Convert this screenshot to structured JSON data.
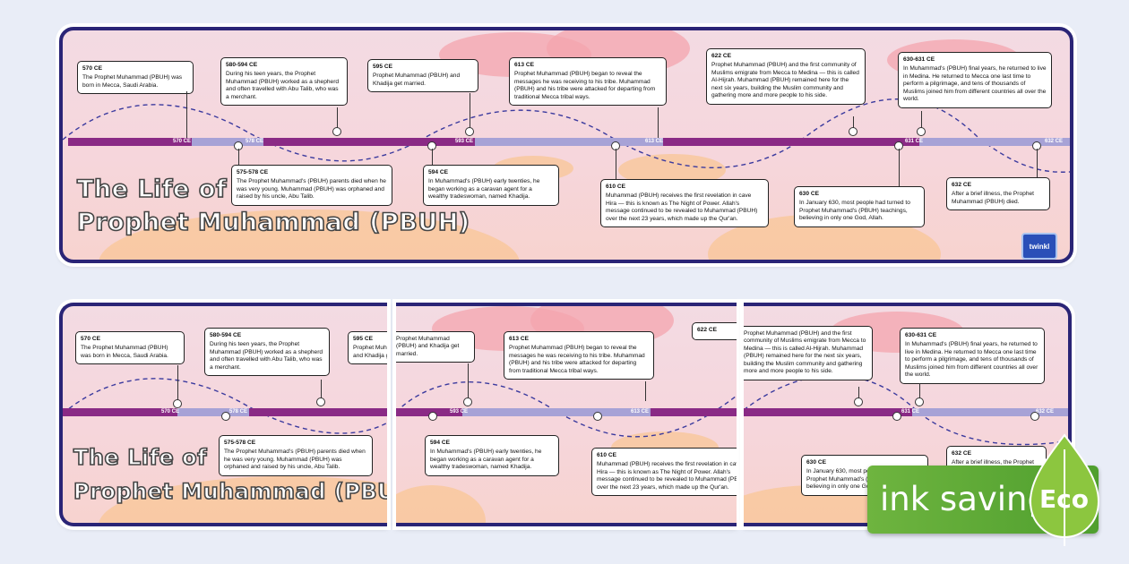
{
  "title": {
    "line1": "The Life of",
    "line2": "Prophet Muhammad (PBUH)"
  },
  "ticks": [
    "570 CE",
    "578 CE",
    "593 CE",
    "613 CE",
    "631 CE",
    "632 CE"
  ],
  "events": {
    "e570": {
      "date": "570 CE",
      "text": "The Prophet Muhammad (PBUH) was born in Mecca, Saudi Arabia."
    },
    "e580": {
      "date": "580-594 CE",
      "text": "During his teen years, the Prophet Muhammad (PBUH) worked as a shepherd and often travelled with Abu Talib, who was a merchant."
    },
    "e595": {
      "date": "595 CE",
      "text": "Prophet Muhammad (PBUH) and Khadija get married."
    },
    "e613": {
      "date": "613 CE",
      "text": "Prophet Muhammad (PBUH) began to reveal the messages he was receiving to his tribe. Muhammad (PBUH) and his tribe were attacked for departing from traditional Mecca tribal ways."
    },
    "e622": {
      "date": "622 CE",
      "text": "Prophet Muhammad (PBUH) and the first community of Muslims emigrate from Mecca to Medina — this is called Al-Hijrah. Muhammad (PBUH) remained here for the next six years, building the Muslim community and gathering more and more people to his side."
    },
    "e630631": {
      "date": "630-631 CE",
      "text": "In Muhammad's (PBUH) final years, he returned to live in Medina. He returned to Mecca one last time to perform a pilgrimage, and tens of thousands of Muslims joined him from different countries all over the world."
    },
    "e575": {
      "date": "575-578 CE",
      "text": "The Prophet Muhammad's (PBUH) parents died when he was very young. Muhammad (PBUH) was orphaned and raised by his uncle, Abu Talib."
    },
    "e594": {
      "date": "594 CE",
      "text": "In Muhammad's (PBUH) early twenties, he began working as a caravan agent for a wealthy tradeswoman, named Khadija."
    },
    "e610": {
      "date": "610 CE",
      "text": "Muhammad (PBUH) receives the first revelation in cave Hira — this is known as The Night of Power. Allah's message continued to be revealed to Muhammad (PBUH) over the next 23 years, which made up the Qur'an."
    },
    "e630": {
      "date": "630 CE",
      "text": "In January 630, most people had turned to Prophet Muhammad's (PBUH) teachings, believing in only one God, Allah."
    },
    "e632": {
      "date": "632 CE",
      "text": "After a brief illness, the Prophet Muhammad (PBUH) died."
    }
  },
  "logo": {
    "label": "twinkl"
  },
  "eco": {
    "label": "ink saving",
    "badge": "Eco"
  },
  "colors": {
    "border": "#2a2476",
    "bar": "#8a2a85",
    "bar_segment": "#a7a2d6",
    "eco_green": "#5aa935"
  }
}
